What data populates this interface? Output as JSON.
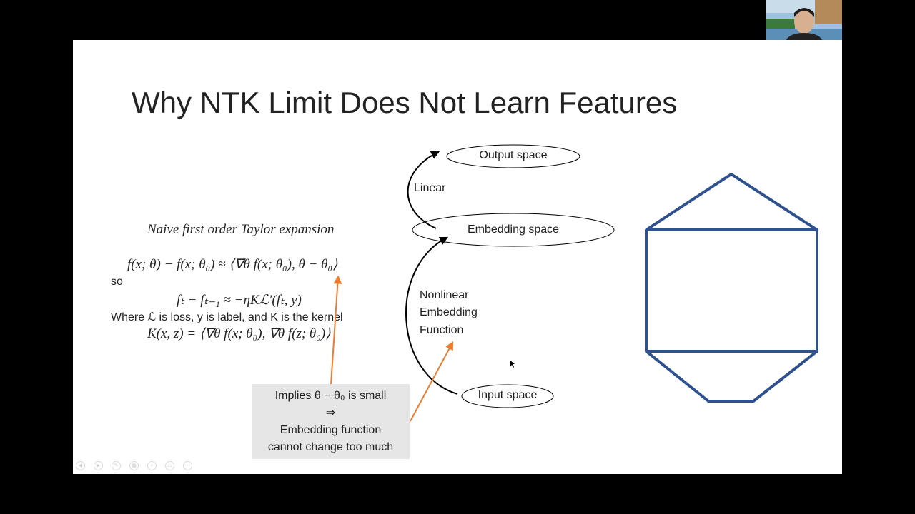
{
  "slide": {
    "title": "Why NTK Limit Does Not Learn Features",
    "taylor_heading": "Naive first order Taylor expansion",
    "eq1": "f(x; θ) − f(x; θ₀) ≈ ⟨∇θ f(x; θ₀), θ − θ₀⟩",
    "so": "so",
    "eq2": "fₜ − fₜ₋₁ ≈ −ηKℒ′(fₜ, y)",
    "where": "Where ℒ is loss, y is label, and K is the kernel",
    "eq3": "K(x, z) = ⟨∇θ f(x; θ₀), ∇θ f(z; θ₀)⟩",
    "callout": {
      "line1": "Implies θ − θ₀ is small",
      "line2": "⇒",
      "line3": "Embedding function",
      "line4": "cannot change too much"
    },
    "diagram": {
      "output_space": "Output space",
      "embedding_space": "Embedding space",
      "input_space": "Input space",
      "linear": "Linear",
      "nonlinear_1": "Nonlinear",
      "nonlinear_2": "Embedding",
      "nonlinear_3": "Function"
    },
    "colors": {
      "arrow_orange": "#ed7d31",
      "shape_blue": "#2f528f"
    }
  },
  "controls": [
    "previous-icon",
    "next-icon",
    "pen-icon",
    "slides-grid-icon",
    "zoom-icon",
    "subtitles-icon",
    "more-icon"
  ]
}
